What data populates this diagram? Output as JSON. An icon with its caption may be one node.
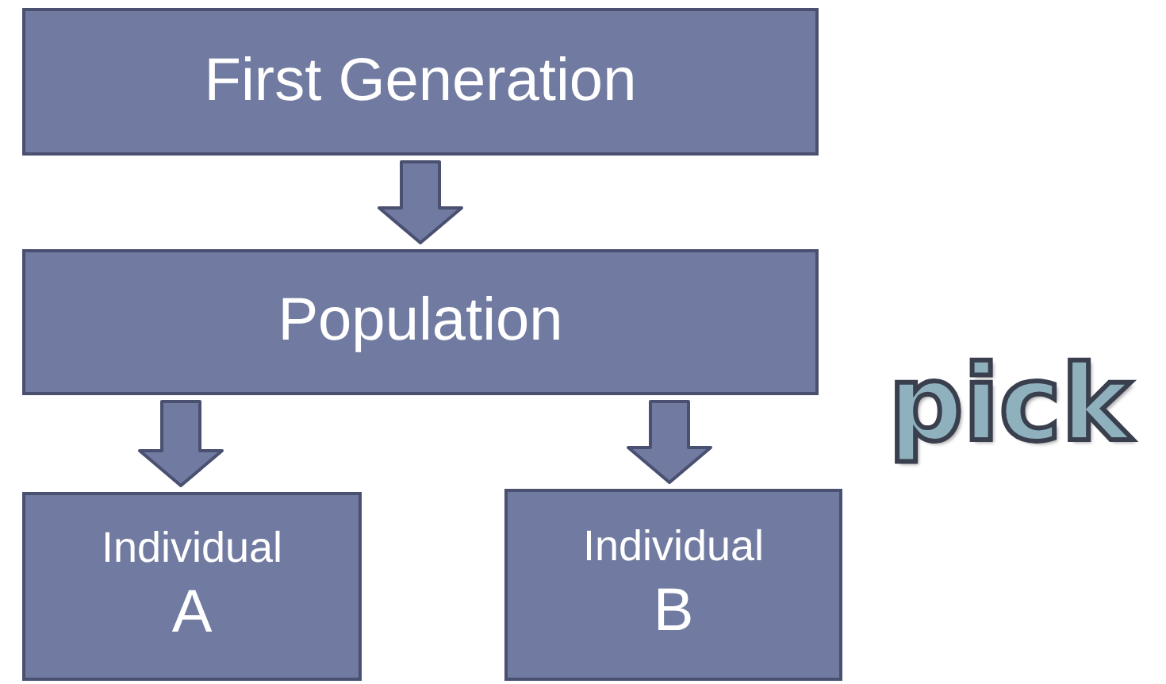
{
  "diagram": {
    "nodes": [
      {
        "text": [
          "First Generation"
        ]
      },
      {
        "text": [
          "Population"
        ]
      },
      {
        "text": [
          "Individual",
          "A"
        ]
      },
      {
        "text": [
          "Individual",
          "B"
        ]
      }
    ],
    "edges": [
      {
        "from": 0,
        "to": 1,
        "arrow": "to"
      },
      {
        "from": 1,
        "to": 2,
        "arrow": "to"
      },
      {
        "from": 1,
        "to": 3,
        "arrow": "to"
      }
    ],
    "labels": [
      "pick"
    ]
  }
}
